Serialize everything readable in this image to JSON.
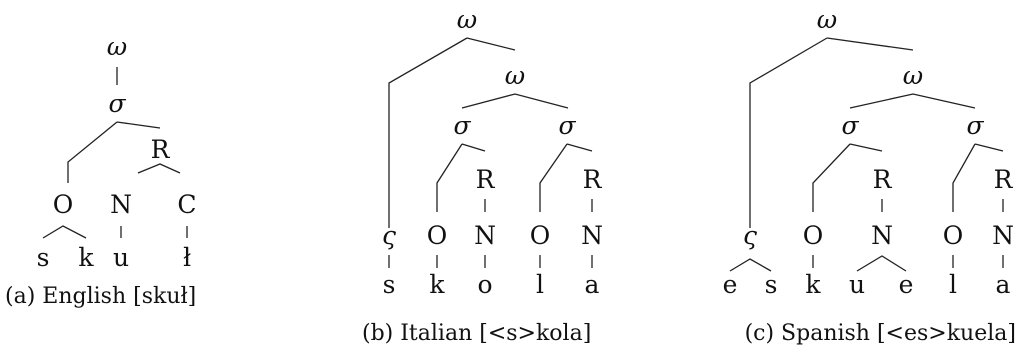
{
  "trees": [
    {
      "caption": "(a) English [skuł]",
      "nodes": [
        "ω",
        "σ",
        "R",
        "O",
        "N",
        "C",
        "s",
        "k",
        "u",
        "ł"
      ]
    },
    {
      "caption": "(b) Italian [<s>kola]",
      "nodes": [
        "ω",
        "ω",
        "σ",
        "σ",
        "R",
        "R",
        "ς",
        "O",
        "N",
        "O",
        "N",
        "s",
        "k",
        "o",
        "l",
        "a"
      ]
    },
    {
      "caption": "(c) Spanish [<es>kuela]",
      "nodes": [
        "ω",
        "ω",
        "σ",
        "σ",
        "R",
        "R",
        "ς",
        "O",
        "N",
        "O",
        "N",
        "e",
        "s",
        "k",
        "u",
        "e",
        "l",
        "a"
      ]
    }
  ]
}
